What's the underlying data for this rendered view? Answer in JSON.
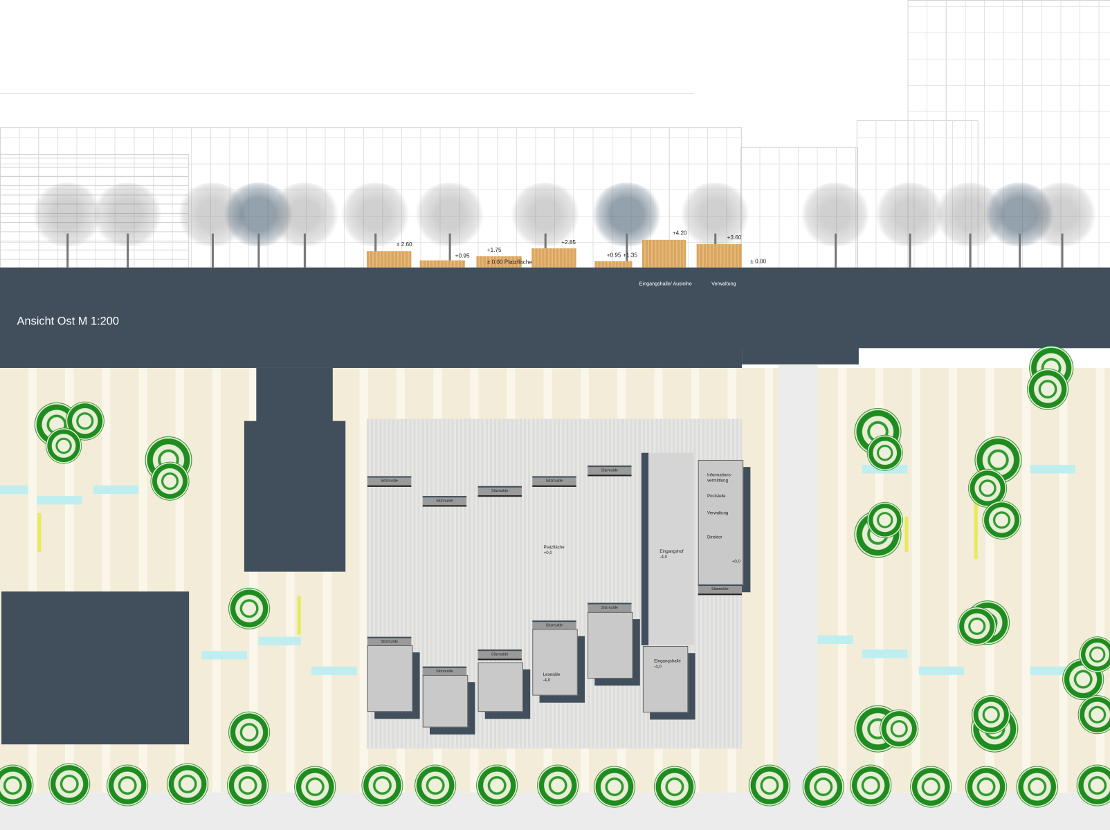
{
  "elevation": {
    "title": "Ansicht Ost  M 1:200",
    "levels": [
      "± 2.60",
      "+0.95",
      "+1.75",
      "± 0.00 Platzfläche",
      "+2.85",
      "+0.95",
      "+1.35",
      "+4.20",
      "+3.60",
      "± 0.00"
    ],
    "labels": {
      "entrance_hall": "Eingangshalle/ Ausleihe",
      "administration": "Verwaltung"
    }
  },
  "plan": {
    "sitzmulde": "Sitzmulde",
    "platzflaeche": "Platzfläche\n+0,0",
    "eingangshof": "Eingangshof\n-4,0",
    "lesesaele": "Lesesäle\n-4,0",
    "eingangshalle": "Eingangshalle\n-4,0",
    "admin_rooms": [
      "Informations-\nvermittlung",
      "Poststelle",
      "Verwaltung",
      "Direktor"
    ],
    "admin_level": "+0,0"
  },
  "colors": {
    "dark": "#414f5c",
    "wood": "#d9a561",
    "tree": "#1f8c1f",
    "ground": "#f3ecd8"
  }
}
